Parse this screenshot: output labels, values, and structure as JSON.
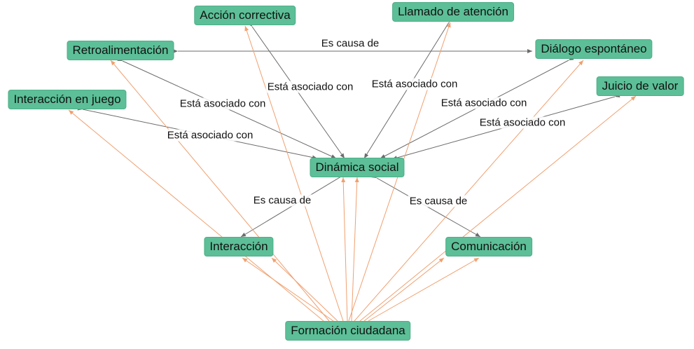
{
  "colors": {
    "node_fill": "#5cbf97",
    "edge_gray": "#6b6b6b",
    "edge_orange": "#f0a070"
  },
  "nodes": {
    "accion_correctiva": "Acción correctiva",
    "llamado_atencion": "Llamado de atención",
    "retroalimentacion": "Retroalimentación",
    "dialogo_espontaneo": "Diálogo espontáneo",
    "interaccion_juego": "Interacción en juego",
    "juicio_valor": "Juicio de valor",
    "dinamica_social": "Dinámica social",
    "interaccion": "Interacción",
    "comunicacion": "Comunicación",
    "formacion_ciudadana": "Formación ciudadana"
  },
  "edge_labels": {
    "retro_dialogo": "Es causa de",
    "accion_dinamica": "Está asociado con",
    "llamado_dinamica": "Está asociado con",
    "retro_dinamica": "Está asociado con",
    "dialogo_dinamica": "Está asociado con",
    "juego_dinamica": "Está asociado con",
    "juicio_dinamica": "Está asociado con",
    "dinamica_interaccion": "Es causa de",
    "dinamica_comunicacion": "Es causa de"
  }
}
